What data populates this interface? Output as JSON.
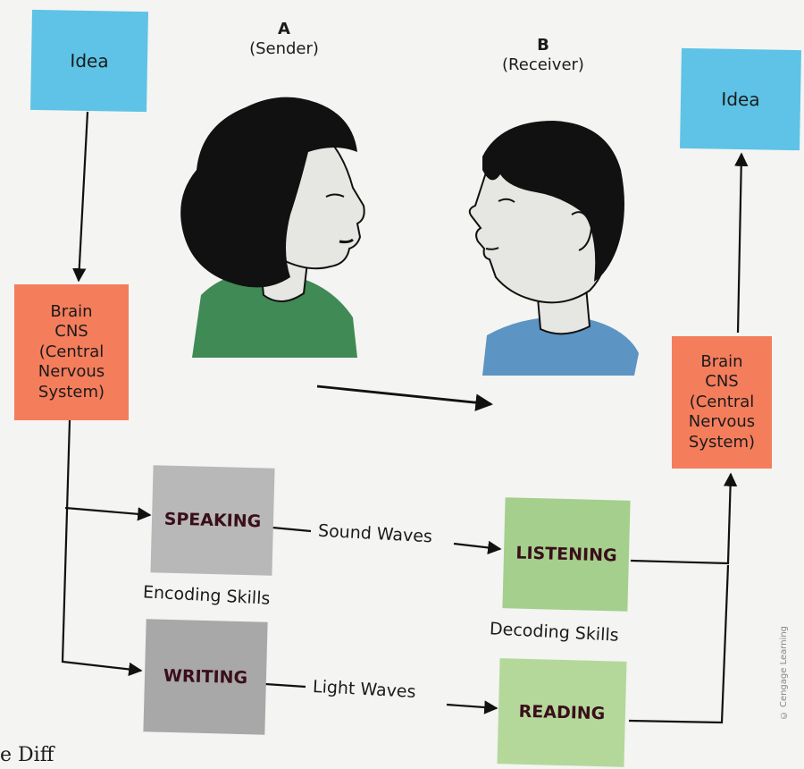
{
  "sender": {
    "letter": "A",
    "role": "(Sender)",
    "idea": "Idea",
    "brain": "Brain\nCNS\n(Central\nNervous\nSystem)"
  },
  "receiver": {
    "letter": "B",
    "role": "(Receiver)",
    "idea": "Idea",
    "brain": "Brain\nCNS\n(Central\nNervous\nSystem)"
  },
  "skills": {
    "speaking": "SPEAKING",
    "writing": "WRITING",
    "listening": "LISTENING",
    "reading": "READING"
  },
  "channels": {
    "sound": "Sound Waves",
    "light": "Light Waves"
  },
  "groups": {
    "encoding": "Encoding Skills",
    "decoding": "Decoding Skills"
  },
  "watermark": "© Cengage Learning",
  "cutoff_text": "e Diff",
  "colors": {
    "idea": "#5ec3e6",
    "brain": "#f47d5c",
    "encode": "#b8b8b8",
    "decode": "#a4cf8c",
    "woman_shirt": "#3f8a55",
    "man_shirt": "#5c94c4",
    "hair": "#111111",
    "skin": "#e6e6e2"
  },
  "icons": [
    "woman-head-icon",
    "man-head-icon"
  ]
}
